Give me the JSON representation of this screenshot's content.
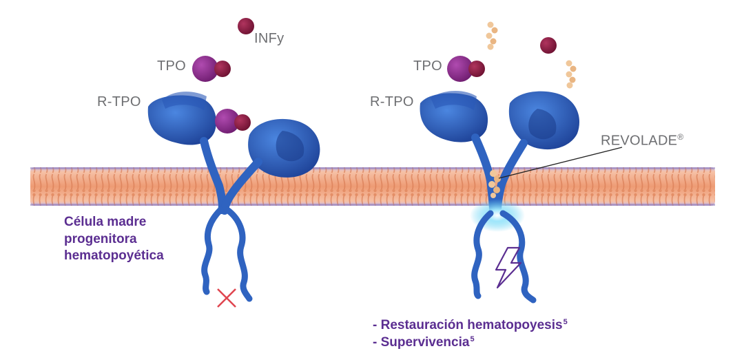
{
  "labels": {
    "infy": "INFy",
    "tpo_left": "TPO",
    "rtpo_left": "R-TPO",
    "tpo_right": "TPO",
    "rtpo_right": "R-TPO",
    "revolade": "REVOLADE",
    "revolade_mark": "®"
  },
  "cell_name": [
    "Célula madre",
    "progenitora",
    "hematopoyética"
  ],
  "outcomes": [
    {
      "text": "- Restauración hematopoyesis",
      "ref": "5"
    },
    {
      "text": "- Supervivencia",
      "ref": "5"
    }
  ],
  "icons": {
    "blocked": "x-mark-icon",
    "signal": "lightning-bolt-icon"
  },
  "colors": {
    "receptor": "#2f63c0",
    "receptor_dark": "#1d3f8f",
    "tpo": "#8e2a8b",
    "infy": "#8f1f44",
    "membrane": "#f0a27f",
    "membrane_dark": "#d9774e",
    "membrane_edge": "#8b79b6",
    "drug": "#f0c79a",
    "text_gray": "#6d6e71",
    "text_purple": "#5b2e91",
    "x_red": "#e0454f",
    "glow": "#5fd0f2"
  }
}
